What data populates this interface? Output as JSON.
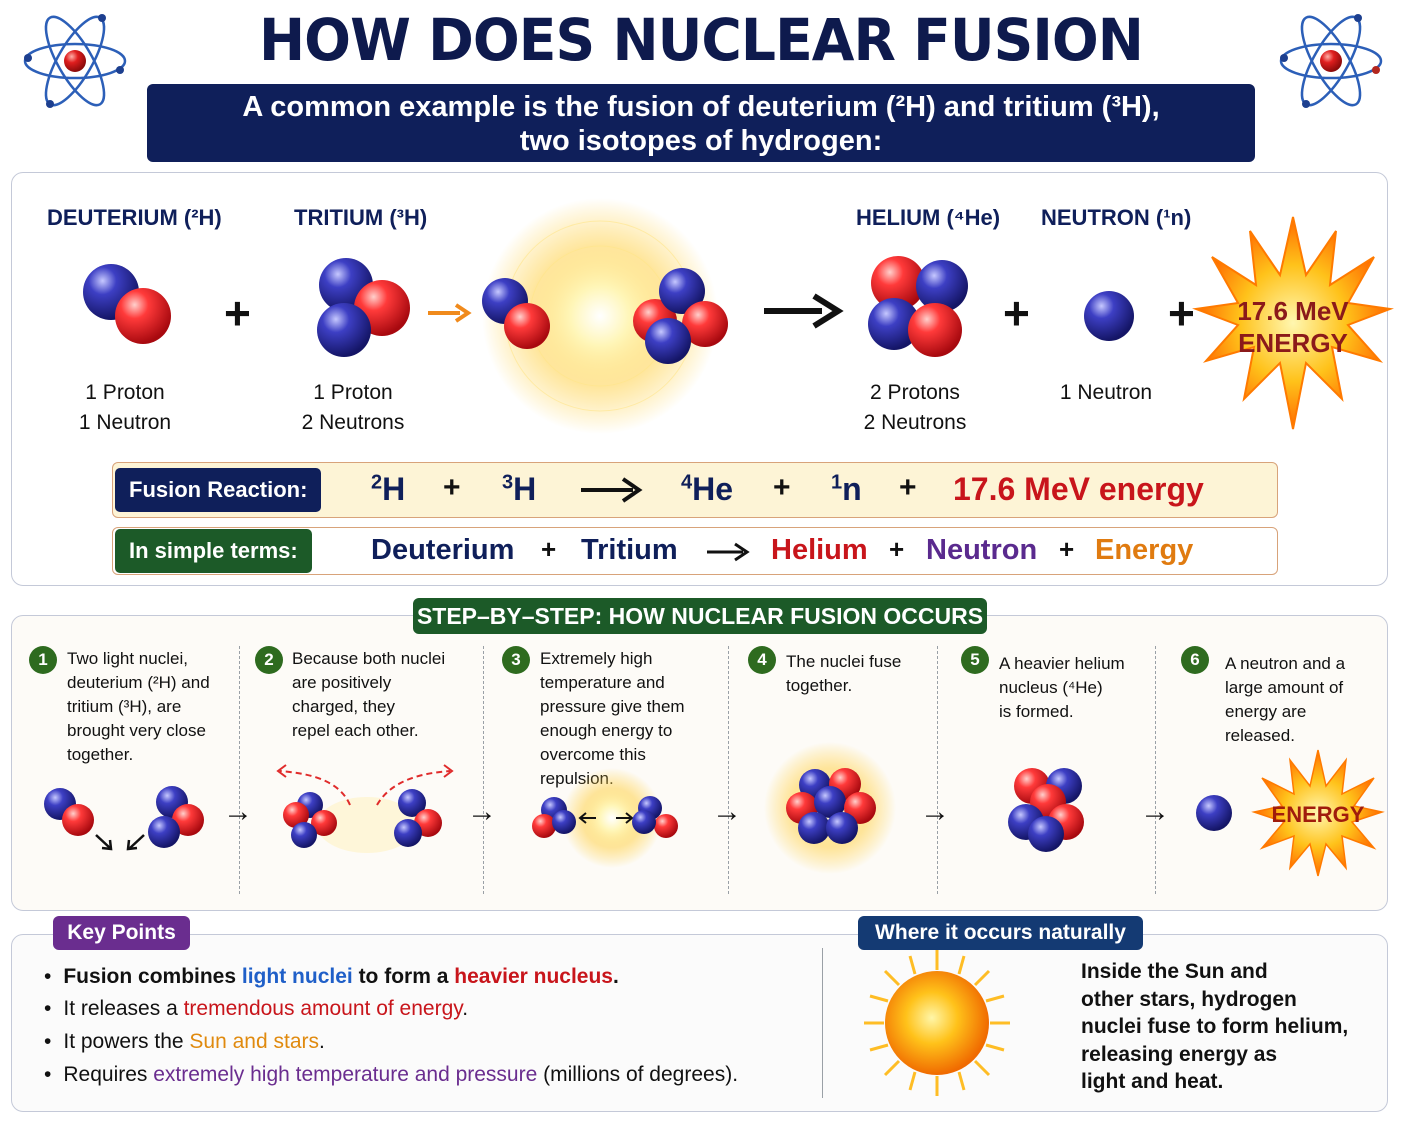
{
  "title": "HOW DOES NUCLEAR FUSION OCCUR?",
  "subtitle": {
    "line1": "A common example is the fusion of deuterium (²H) and tritium (³H),",
    "line2": "two isotopes of hydrogen:"
  },
  "particles": {
    "deuterium": {
      "name": "DEUTERIUM (²H)",
      "line1": "1 Proton",
      "line2": "1 Neutron"
    },
    "tritium": {
      "name": "TRITIUM (³H)",
      "line1": "1 Proton",
      "line2": "2 Neutrons"
    },
    "helium": {
      "name": "HELIUM (⁴He)",
      "line1": "2 Protons",
      "line2": "2 Neutrons"
    },
    "neutron": {
      "name": "NEUTRON (¹n)",
      "line1": "1 Neutron"
    }
  },
  "energy_burst": {
    "line1": "17.6 MeV",
    "line2": "ENERGY"
  },
  "symbols": {
    "plus": "+"
  },
  "reaction": {
    "label": "Fusion Reaction:",
    "h2_sup": "2",
    "h2_sym": "H",
    "h3_sup": "3",
    "h3_sym": "H",
    "he_sup": "4",
    "he_sym": "He",
    "n_sup": "1",
    "n_sym": "n",
    "energy": "17.6 MeV energy",
    "plus": "+"
  },
  "simple_terms": {
    "label": "In simple terms:",
    "deuterium": "Deuterium",
    "tritium": "Tritium",
    "helium": "Helium",
    "neutron": "Neutron",
    "energy": "Energy",
    "plus": "+"
  },
  "steps_title": "STEP–BY–STEP: HOW NUCLEAR FUSION OCCURS",
  "steps": [
    {
      "num": "1",
      "lines": [
        "Two light nuclei,",
        "deuterium (²H) and",
        "tritium (³H), are",
        "brought very close",
        "together."
      ]
    },
    {
      "num": "2",
      "lines": [
        "Because both nuclei",
        "are positively",
        "charged, they",
        "repel each other."
      ]
    },
    {
      "num": "3",
      "lines": [
        "Extremely high",
        "temperature and",
        "pressure give them",
        "enough energy to",
        "overcome this",
        "repulsion."
      ]
    },
    {
      "num": "4",
      "lines": [
        "The nuclei fuse",
        "together."
      ]
    },
    {
      "num": "5",
      "lines": [
        "A heavier helium",
        "nucleus (⁴He)",
        "is formed."
      ]
    },
    {
      "num": "6",
      "lines": [
        "A neutron and a",
        "large amount of",
        "energy are",
        "released."
      ]
    }
  ],
  "step6_energy": "ENERGY",
  "key_points": {
    "title": "Key Points",
    "items": [
      {
        "a": "Fusion combines ",
        "b": "light nuclei",
        "c": " to form a ",
        "d": "heavier nucleus",
        "e": "."
      },
      {
        "a": "It releases a ",
        "b": "tremendous amount of energy",
        "c": "."
      },
      {
        "a": "It powers the ",
        "b": "Sun and stars",
        "c": "."
      },
      {
        "a": "Requires ",
        "b": "extremely high temperature and pressure",
        "c": " (millions of degrees)."
      }
    ]
  },
  "where": {
    "title": "Where it occurs naturally",
    "lines": [
      "Inside the Sun and",
      "other stars, hydrogen",
      "nuclei fuse to form helium,",
      "releasing energy as",
      "light and heat."
    ]
  },
  "colors": {
    "navy": "#0f1f5a",
    "green": "#1c5a28",
    "proton": "#e02b2b",
    "neutron": "#2a2f9e",
    "red_text": "#c8151b",
    "blue_text": "#1f5fc8",
    "purple_text": "#6a2d8f",
    "orange_text": "#e08a0e"
  }
}
